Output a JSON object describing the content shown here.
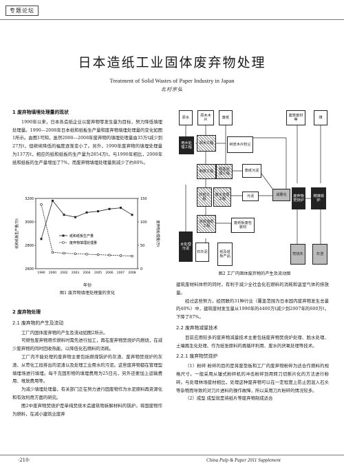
{
  "header": {
    "tag": "专题论坛"
  },
  "title": "日本造纸工业固体废弃物处理",
  "en_title": "Treatment of Solid Wastes of Paper Industry in Japan",
  "author": "北村宗弘",
  "sec1": {
    "heading": "1  废弃物填埋处理量的现状",
    "p1": "1990年以来，日本各造纸企业以废弃物零发生量为目标，努力降低填埋处理量。1990—2008年日本纸和纸板生产量和废弃物填埋处理量的变化如图1所示。由图1可知，虽然2000—2008年废弃物的填埋处理量由35万t减少到27万t，但继续降低的幅度逐渐变小了。另外，1990年废弃物的填埋处理量为137万t，相应的纸和纸板的生产量为2854万t。与1990年相比，2008年纸和纸板的生产量增加了7%，而废弃物填埋处理量则减少了约80%。"
  },
  "fig1": {
    "caption": "图1  废弃物填埋处理量的变化",
    "xlabel": "年份",
    "ylabel_left": "纸和纸板生产量/万t",
    "ylabel_right": "废弃物处理量/万t",
    "legend": [
      "纸和纸板生产量",
      "废弃物填埋处理量"
    ],
    "left_ticks": [
      "3200",
      "3000",
      "2800",
      "2600"
    ],
    "right_ticks": [
      "150",
      "100",
      "50",
      "0"
    ]
  },
  "chart_data": {
    "type": "line",
    "x": [
      "1990",
      "2000",
      "2002",
      "2003",
      "2004",
      "2005",
      "2006",
      "2007",
      "2008"
    ],
    "xlabel": "年份",
    "ylabel": "纸和纸板生产量/万t",
    "ylim": [
      2600,
      3200
    ],
    "y2label": "废弃物处理量/万t",
    "y2lim": [
      0,
      150
    ],
    "series": [
      {
        "name": "纸和纸板生产量",
        "axis": "left",
        "values": [
          2854,
          3180,
          3060,
          3040,
          3080,
          3090,
          3110,
          3120,
          3060
        ]
      },
      {
        "name": "废弃物填埋处理量",
        "axis": "right",
        "values": [
          137,
          35,
          33,
          32,
          31,
          30,
          29,
          28,
          27
        ]
      }
    ],
    "legend_position": "center"
  },
  "sec2": {
    "heading": "2  废弃物处理",
    "sub1": "2.1  废弃物的产生及流动",
    "p1": "工厂内固体废弃物的产生及流动如图2所示。",
    "p2": "可燃性废弃物用作燃料时需先进行加工，再在废弃物焚烧炉内燃烧，在减少废弃物的同时回收热能，以降低化石燃料的消耗。",
    "p3": "工厂内不能处理的废弃物主要包括燃煤锅炉的灰渣、废弃物焚烧炉的灰渣、从苛化工段排出的泥渣以及处理工业用水的污泥。这些废弃物都在管理型填埋场进行填埋。每千克固形物的填埋费用为25日元，另外还要加上运输费用、堆放费用等。",
    "p4": "为减少填埋处理量，有关部门正在努力进行固废物作为水泥原料再资源化和有效利用方面的研究。",
    "p5": "图2中废弃物焚烧炉是单纯焚烧木造建筑物拆解材料的锅炉。将固废物作为燃料，在减小建筑业废弃"
  },
  "fig2": {
    "caption": "图2  工厂内固体废弃物的产生及流动图",
    "nodes": [
      "原水",
      "原木木片",
      "废纸",
      "建筑废材等",
      "煤",
      "用水处理工程",
      "调木工程",
      "树皮木片粉尘",
      "制浆工程",
      "脱墨处理工程",
      "蒸纸污泥",
      "抄纸工程",
      "废水处理工程",
      "污泥",
      "完成造纸工程",
      "减量化",
      "废弃物焚烧炉",
      "燃煤锅炉",
      "废纸板废包装材",
      "水处理污泥",
      "石灰泥",
      "纸及纸板产品",
      "焚烧灰",
      "灰渣"
    ]
  },
  "right_col": {
    "p1": "建筑废材料体积的同时，有利于减少全社会化石燃料的消耗和温室气体的排放量。",
    "p2": "经过这些努力，经团联的31种行业（覆盖范围为日本国内废弃物发生总量的40%）中，建筑废材发生量从1990年的4400万t减少到2007年的600万t，下降了87%。",
    "sub": "2.2  废弃物减量技术",
    "p3": "目前应用较多的废弃物减量技术主要包括废弃物焚烧炉处理、脱水处理、土壤再生化处理、作为纸张原料的再循环利用、废水的厌氧处理等技术。",
    "sub2": "2.2.1  废弃物焚烧炉",
    "p4": "（1）粉碎  粉碎的目的是将废垫板和工厂的废弃物粉碎为适合作燃料的规格尺寸。一般采用从锤式粉碎机的冲击粉碎到用转刀切断片化的方法进行粉碎。与处理林场废材相比，处理这种废弃物可以在一定程度上防止因混入石头等杂物而导致的对刀片进料的操作故障，所以采用刀片粉碎的情况较多。",
    "p5": "（2）成型  成型就是将纸片等废弃物制成适合"
  },
  "footer": {
    "page": "·210·",
    "journal": "China Pulp & Paper   2011 Supplement"
  }
}
